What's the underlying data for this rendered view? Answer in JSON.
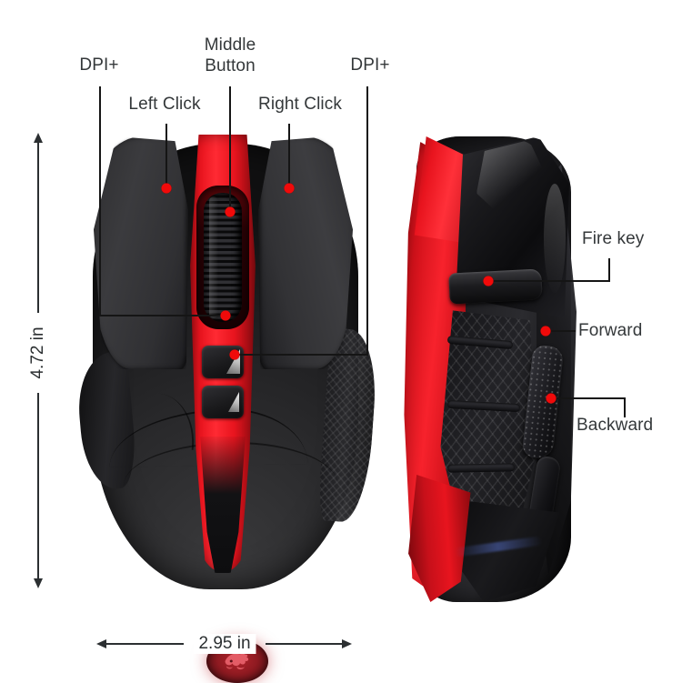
{
  "diagram": {
    "title": "Redragon wireless gaming mouse button callout diagram",
    "product_logo": "redragon-dragon-logo",
    "accent_red": "#e8141e",
    "dot_red": "#f00a0a",
    "label_color": "#34383a",
    "line_color": "#151515",
    "background": "#ffffff"
  },
  "callouts": {
    "dpi_plus_left": "DPI+",
    "middle_button": "Middle\nButton",
    "dpi_plus_right": "DPI+",
    "left_click": "Left Click",
    "right_click": "Right Click",
    "fire_key": "Fire key",
    "forward": "Forward",
    "backward": "Backward"
  },
  "dimensions": {
    "height": "4.72 in",
    "width": "2.95 in"
  },
  "views": {
    "top_view": "mouse-top-view",
    "side_view": "mouse-right-side-view"
  }
}
